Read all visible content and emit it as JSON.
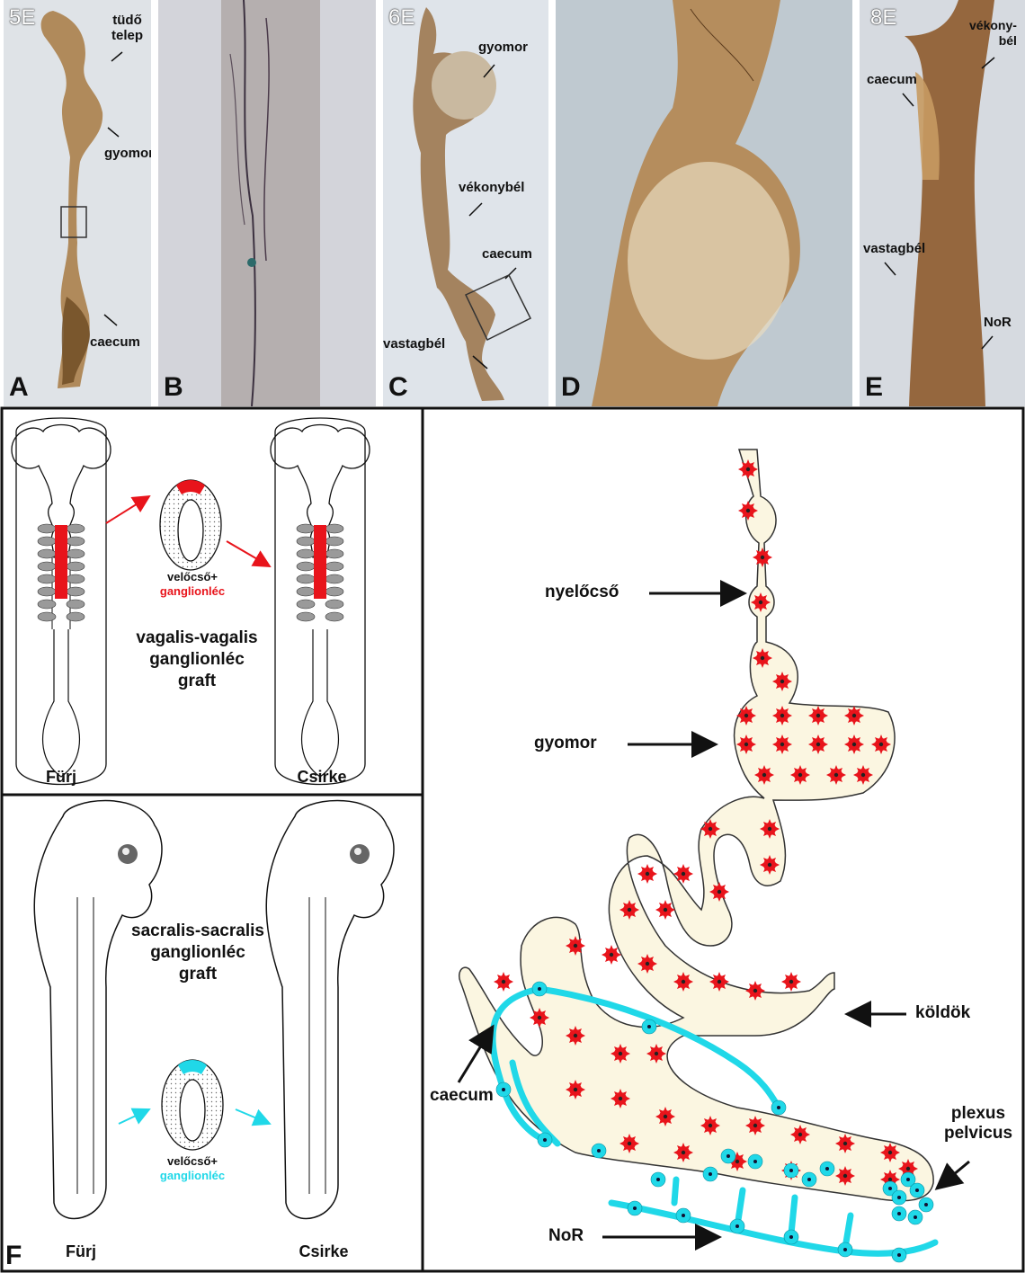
{
  "photos": {
    "A": {
      "letter": "A",
      "stage": "5E",
      "labels": [
        "tüdő\ntelep",
        "gyomor",
        "caecum"
      ]
    },
    "B": {
      "letter": "B"
    },
    "C": {
      "letter": "C",
      "stage": "6E",
      "labels": [
        "gyomor",
        "vékonybél",
        "caecum",
        "vastagbél"
      ]
    },
    "D": {
      "letter": "D"
    },
    "E": {
      "letter": "E",
      "stage": "8E",
      "labels": [
        "vékony-\nbél",
        "caecum",
        "vastagbél",
        "NoR"
      ]
    }
  },
  "vagal_panel": {
    "graft_tube_label": "velőcső+",
    "graft_crest_label": "ganglionléc",
    "title": "vagalis-vagalis\nganglionléc\ngraft",
    "donor": "Fürj",
    "host": "Csirke",
    "crest_color": "#e8141b"
  },
  "sacral_panel": {
    "letter": "F",
    "graft_tube_label": "velőcső+",
    "graft_crest_label": "ganglionléc",
    "title": "sacralis-sacralis\nganglionléc\ngraft",
    "donor": "Fürj",
    "host": "Csirke",
    "crest_color": "#20d8e8"
  },
  "gut_diagram": {
    "labels": {
      "esophagus": "nyelőcső",
      "stomach": "gyomor",
      "umbilicus": "köldök",
      "caecum": "caecum",
      "pelvic_plexus": "plexus\npelvicus",
      "nor": "NoR"
    },
    "gut_fill": "#fbf6e1",
    "vagal_cell_color": "#e8141b",
    "sacral_cell_color": "#20d8e8"
  }
}
